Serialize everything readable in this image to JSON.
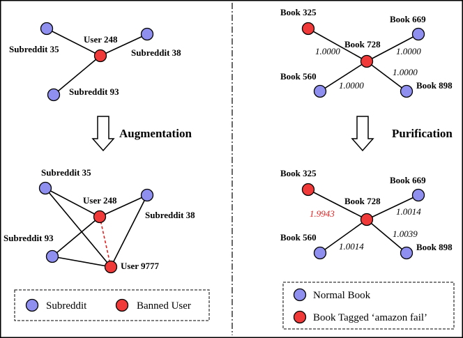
{
  "colors": {
    "blue_node": "#8f8ff0",
    "red_node": "#f03a3a",
    "highlight": "#e02020"
  },
  "left": {
    "top": {
      "user": "User 248",
      "sub35": "Subreddit 35",
      "sub38": "Subreddit 38",
      "sub93": "Subreddit 93"
    },
    "step": "Augmentation",
    "bottom": {
      "sub35": "Subreddit 35",
      "user248": "User 248",
      "sub38": "Subreddit 38",
      "sub93": "Subreddit 93",
      "user9777": "User 9777"
    },
    "legend": {
      "blue": "Subreddit",
      "red": "Banned User"
    }
  },
  "right": {
    "top": {
      "b325": "Book 325",
      "b669": "Book 669",
      "center": "Book 728",
      "b560": "Book 560",
      "b898": "Book 898",
      "w325": "1.0000",
      "w669": "1.0000",
      "w560": "1.0000",
      "w898": "1.0000"
    },
    "step": "Purification",
    "bottom": {
      "b325": "Book 325",
      "b669": "Book 669",
      "center": "Book 728",
      "b560": "Book 560",
      "b898": "Book 898",
      "w325": "1.9943",
      "w669": "1.0014",
      "w560": "1.0014",
      "w898": "1.0039"
    },
    "legend": {
      "blue": "Normal Book",
      "red": "Book Tagged ‘amazon fail’"
    }
  }
}
